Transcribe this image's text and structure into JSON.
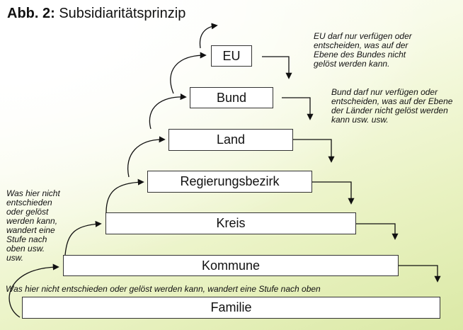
{
  "title": {
    "prefix": "Abb. 2:",
    "text": "Subsidiaritätsprinzip"
  },
  "levels": [
    "EU",
    "Bund",
    "Land",
    "Regierungsbezirk",
    "Kreis",
    "Kommune",
    "Familie"
  ],
  "notes": {
    "eu": "EU darf nur verfügen oder entscheiden, was auf der Ebene des Bundes nicht gelöst werden kann.",
    "bund": "Bund darf nur verfügen oder entscheiden, was auf der Ebene der Länder nicht gelöst werden kann usw. usw.",
    "side": "Was hier nicht entschieden oder gelöst werden kann, wandert eine Stufe nach oben usw. usw.",
    "bottom": "Was hier nicht entschieden oder gelöst werden kann, wandert eine Stufe nach oben"
  }
}
